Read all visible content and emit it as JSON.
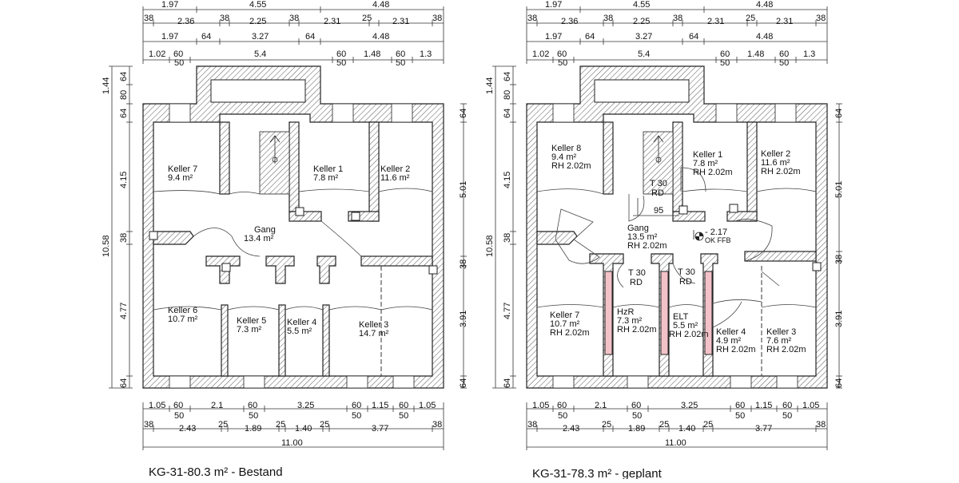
{
  "plans": [
    {
      "caption": "KG-31-80.3 m²  - Bestand",
      "top_dims": [
        [
          "1.97",
          "4.55",
          "4.48"
        ],
        [
          "38",
          "2.36",
          "38",
          "2.25",
          "38",
          "2.31",
          "25",
          "2.31",
          "38"
        ],
        [
          "1.97",
          "64",
          "3.27",
          "64",
          "4.48"
        ],
        [
          "1.02",
          "60",
          "5.4",
          "60",
          "1.48",
          "60",
          "1.3"
        ],
        [
          "50",
          "50",
          "50"
        ]
      ],
      "bottom_dims": [
        [
          "1.05",
          "60",
          "2.1",
          "60",
          "3.25",
          "60",
          "1.15",
          "60",
          "1.05"
        ],
        [
          "50",
          "50",
          "50",
          "50"
        ],
        [
          "38",
          "2.43",
          "25",
          "1.89",
          "25",
          "1.40",
          "25",
          "3.77",
          "38"
        ],
        [
          "11.00"
        ]
      ],
      "left_dims": [
        "1.44",
        "64",
        "80",
        "64",
        "4.15",
        "38",
        "4.77",
        "64",
        "10.58"
      ],
      "right_dims": [
        "64",
        "5.01",
        "38",
        "3.91",
        "64"
      ],
      "rooms": [
        {
          "name": "Keller 7",
          "area": "9.4 m²"
        },
        {
          "name": "Keller 1",
          "area": "7.8 m²"
        },
        {
          "name": "Keller 2",
          "area": "11.6 m²"
        },
        {
          "name": "Gang",
          "area": "13.4 m²"
        },
        {
          "name": "Keller 6",
          "area": "10.7 m²"
        },
        {
          "name": "Keller 5",
          "area": "7.3 m²"
        },
        {
          "name": "Keller 4",
          "area": "5.5 m²"
        },
        {
          "name": "Keller 3",
          "area": "14.7 m²"
        }
      ]
    },
    {
      "caption": "KG-31-78.3 m²  - geplant",
      "top_dims": [
        [
          "1.97",
          "4.55",
          "4.48"
        ],
        [
          "38",
          "2.36",
          "38",
          "2.25",
          "38",
          "2.31",
          "25",
          "2.31",
          "38"
        ],
        [
          "1.97",
          "64",
          "3.27",
          "64",
          "4.48"
        ],
        [
          "1.02",
          "60",
          "5.4",
          "60",
          "1.48",
          "60",
          "1.3"
        ],
        [
          "50",
          "50",
          "50"
        ]
      ],
      "bottom_dims": [
        [
          "1.05",
          "60",
          "2.1",
          "60",
          "3.25",
          "60",
          "1.15",
          "60",
          "1.05"
        ],
        [
          "50",
          "50",
          "50",
          "50"
        ],
        [
          "38",
          "2.43",
          "25",
          "1.89",
          "25",
          "1.40",
          "25",
          "3.77",
          "38"
        ],
        [
          "11.00"
        ]
      ],
      "left_dims": [
        "1.44",
        "64",
        "80",
        "64",
        "4.15",
        "38",
        "4.77",
        "64",
        "10.58"
      ],
      "right_dims": [
        "64",
        "5.01",
        "38",
        "3.91",
        "64"
      ],
      "rooms": [
        {
          "name": "Keller 8",
          "area": "9.4 m²",
          "height": "RH 2.02m"
        },
        {
          "name": "Keller 1",
          "area": "7.8 m²",
          "height": "RH 2.02m"
        },
        {
          "name": "Keller 2",
          "area": "11.6 m²",
          "height": "RH 2.02m"
        },
        {
          "name": "Gang",
          "area": "13.5 m²",
          "height": "RH 2.02m"
        },
        {
          "name": "Keller 7",
          "area": "10.7 m²",
          "height": "RH 2.02m"
        },
        {
          "name": "HzR",
          "area": "7.3 m²",
          "height": "RH 2.02m"
        },
        {
          "name": "ELT",
          "area": "5.5 m²",
          "height": "RH 2.02m"
        },
        {
          "name": "Keller 4",
          "area": "4.9 m²",
          "height": "RH 2.02m"
        },
        {
          "name": "Keller 3",
          "area": "7.6 m²",
          "height": "RH 2.02m"
        }
      ],
      "annotations": {
        "fire_door_1a": "T 30",
        "fire_door_1b": "RD",
        "fire_door_2a": "T 30",
        "fire_door_2b": "RD",
        "fire_door_3a": "T 30",
        "fire_door_3b": "RD",
        "width_95": "95",
        "level_value": "- 2.17",
        "level_ref": "OK FFB"
      }
    }
  ],
  "colors": {
    "wall_stroke": "#222222",
    "fire_wall": "#f3c2c8"
  }
}
